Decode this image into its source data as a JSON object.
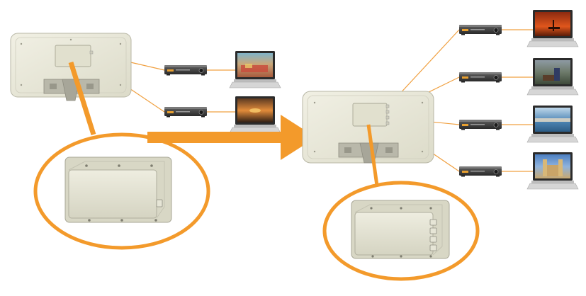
{
  "diagram": {
    "description_text": "",
    "colors": {
      "accent_orange": "#F39A2B",
      "line_orange": "#F0A040",
      "panel_fill": "#E9E8D9",
      "panel_stroke": "#B8B7A6",
      "module_fill": "#E3E2D0",
      "receiver_body": "#3A3A3A",
      "tv_frame": "#2B2B2B",
      "tv_stand": "#C9C9C9"
    },
    "left_setup": {
      "connected_outputs": 2,
      "receivers": [
        {
          "icon": "set-top-receiver-icon"
        },
        {
          "icon": "set-top-receiver-icon"
        }
      ],
      "tvs": [
        {
          "icon": "tv-icon",
          "scene": "carnival-scene"
        },
        {
          "icon": "tv-icon",
          "scene": "sunset-scene"
        }
      ]
    },
    "right_setup": {
      "connected_outputs": 4,
      "receivers": [
        {
          "icon": "set-top-receiver-icon"
        },
        {
          "icon": "set-top-receiver-icon"
        },
        {
          "icon": "set-top-receiver-icon"
        },
        {
          "icon": "set-top-receiver-icon"
        }
      ],
      "tvs": [
        {
          "icon": "tv-icon",
          "scene": "oil-rig-sunset-scene"
        },
        {
          "icon": "tv-icon",
          "scene": "horse-rider-scene"
        },
        {
          "icon": "tv-icon",
          "scene": "coastline-scene"
        },
        {
          "icon": "tv-icon",
          "scene": "cathedral-scene"
        }
      ]
    },
    "transition_arrow": {
      "icon": "right-arrow-icon",
      "meaning": "upgrade"
    }
  }
}
